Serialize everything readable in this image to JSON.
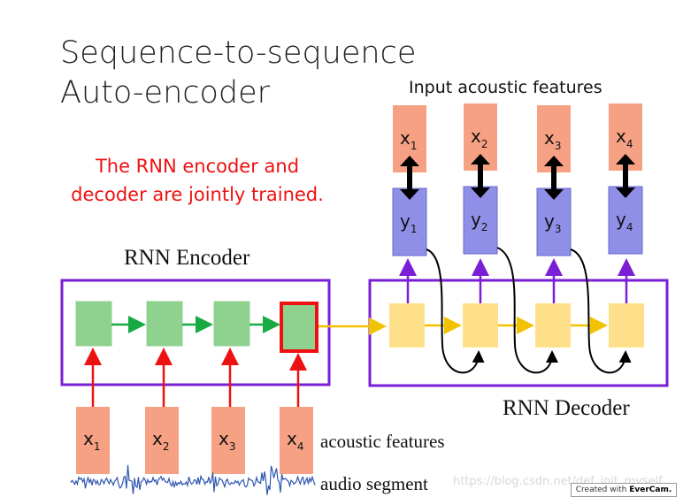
{
  "title_line1": "Sequence-to-sequence",
  "title_line2": "Auto-encoder",
  "note_line1": "The RNN encoder and",
  "note_line2": "decoder are jointly trained.",
  "encoder_label": "RNN Encoder",
  "decoder_label": "RNN Decoder",
  "input_features_label": "Input acoustic features",
  "acoustic_features_label": "acoustic features",
  "audio_segment_label": "audio segment",
  "watermark": "https://blog.csdn.net/def_init_myself",
  "evercam_prefix": "Created with",
  "evercam_brand": "EverCam.",
  "encoder_inputs": [
    {
      "base": "x",
      "sub": "1"
    },
    {
      "base": "x",
      "sub": "2"
    },
    {
      "base": "x",
      "sub": "3"
    },
    {
      "base": "x",
      "sub": "4"
    }
  ],
  "decoder_targets": [
    {
      "base": "x",
      "sub": "1"
    },
    {
      "base": "x",
      "sub": "2"
    },
    {
      "base": "x",
      "sub": "3"
    },
    {
      "base": "x",
      "sub": "4"
    }
  ],
  "decoder_outputs": [
    {
      "base": "y",
      "sub": "1"
    },
    {
      "base": "y",
      "sub": "2"
    },
    {
      "base": "y",
      "sub": "3"
    },
    {
      "base": "y",
      "sub": "4"
    }
  ],
  "colors": {
    "encoder_cell": "#8fd18f",
    "decoder_cell": "#ffe08a",
    "output_cell": "#8f8fe8",
    "feature_cell": "#f6a183",
    "frame": "#7a1fd6",
    "red_arrow": "#ee1111",
    "green_arrow": "#1aaa44",
    "yellow_arrow": "#f2c200",
    "purple_arrow": "#7a1fd6",
    "waveform": "#2f55b0"
  }
}
